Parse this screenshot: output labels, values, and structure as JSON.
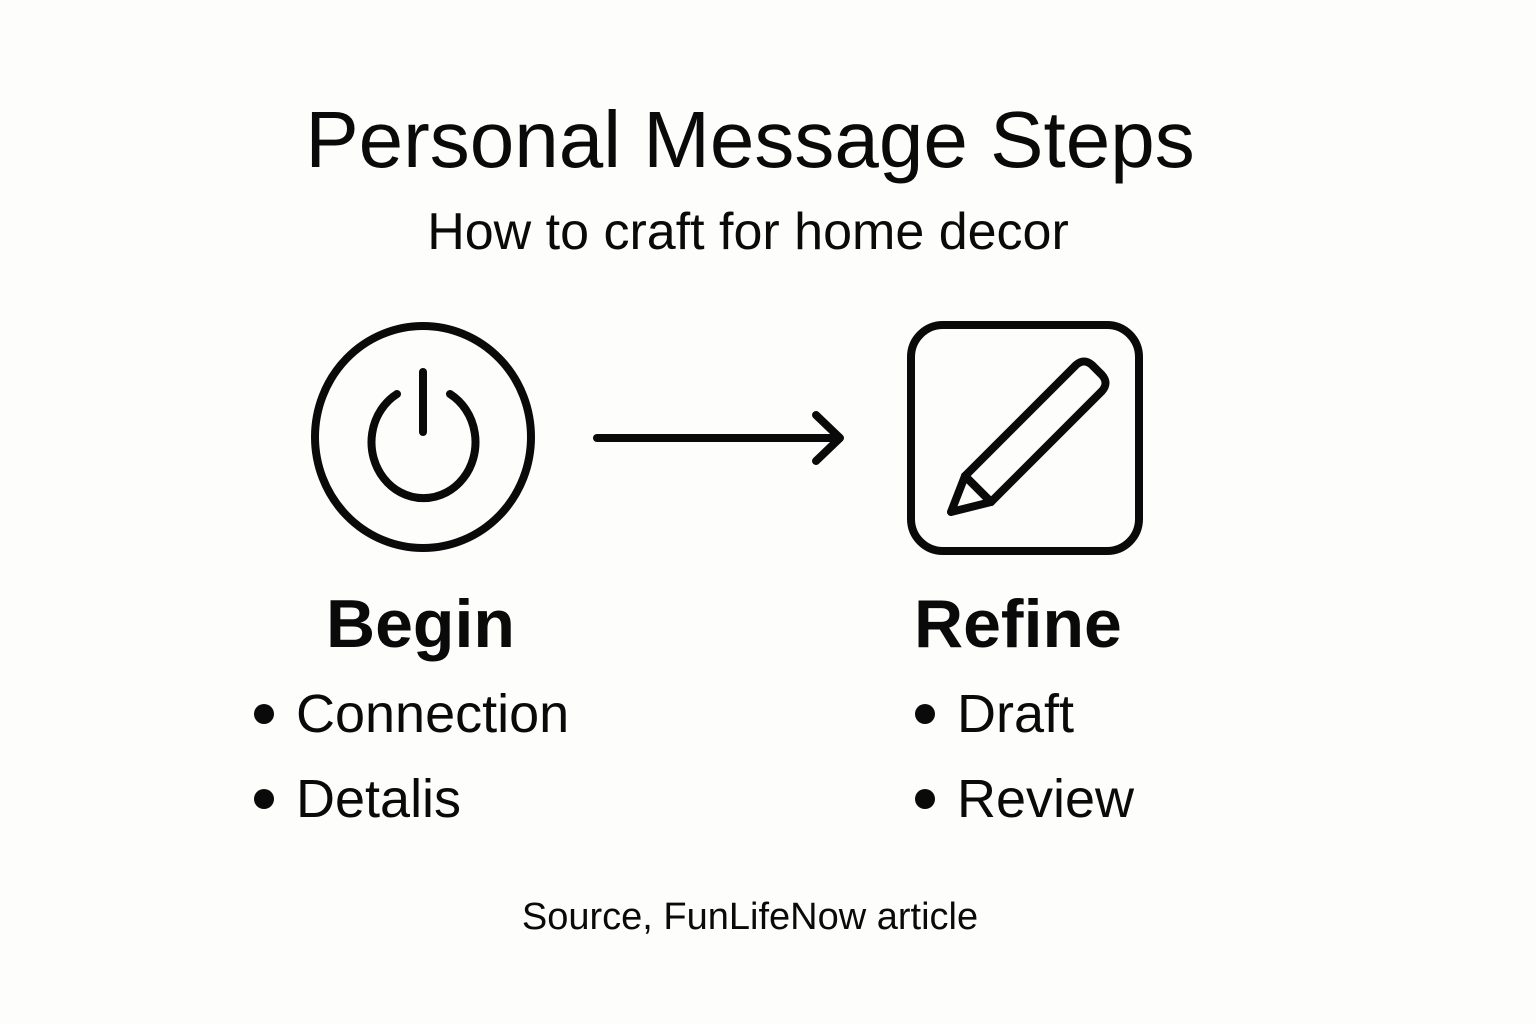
{
  "header": {
    "title": "Personal Message Steps",
    "subtitle": "How to craft for home decor"
  },
  "steps": [
    {
      "icon": "power-icon",
      "title": "Begin",
      "bullets": [
        "Connection",
        "Detalis"
      ]
    },
    {
      "icon": "pencil-icon",
      "title": "Refine",
      "bullets": [
        "Draft",
        "Review"
      ]
    }
  ],
  "connector": {
    "icon": "arrow-right-icon"
  },
  "footer": {
    "source": "Source, FunLifeNow article"
  },
  "colors": {
    "background": "#fdfdfc",
    "ink": "#0a0a0a"
  }
}
